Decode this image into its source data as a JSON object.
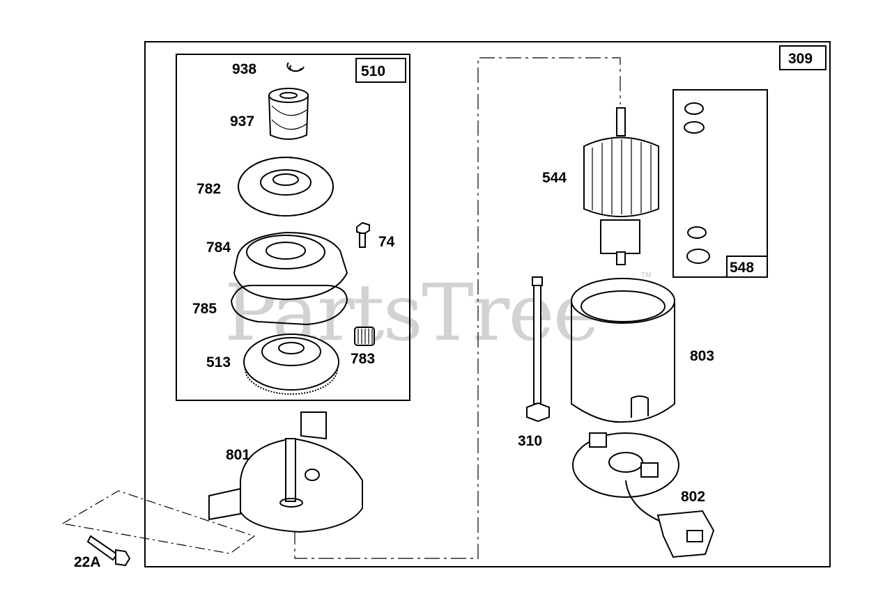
{
  "watermark": {
    "text": "PartsTree",
    "tm": "TM"
  },
  "boxes": {
    "outer": "309",
    "gear_kit": "510",
    "washer_kit": "548"
  },
  "parts": {
    "p938": "938",
    "p937": "937",
    "p782": "782",
    "p74": "74",
    "p784": "784",
    "p785": "785",
    "p513": "513",
    "p783": "783",
    "p801": "801",
    "p22a": "22A",
    "p544": "544",
    "p310": "310",
    "p803": "803",
    "p802": "802"
  }
}
